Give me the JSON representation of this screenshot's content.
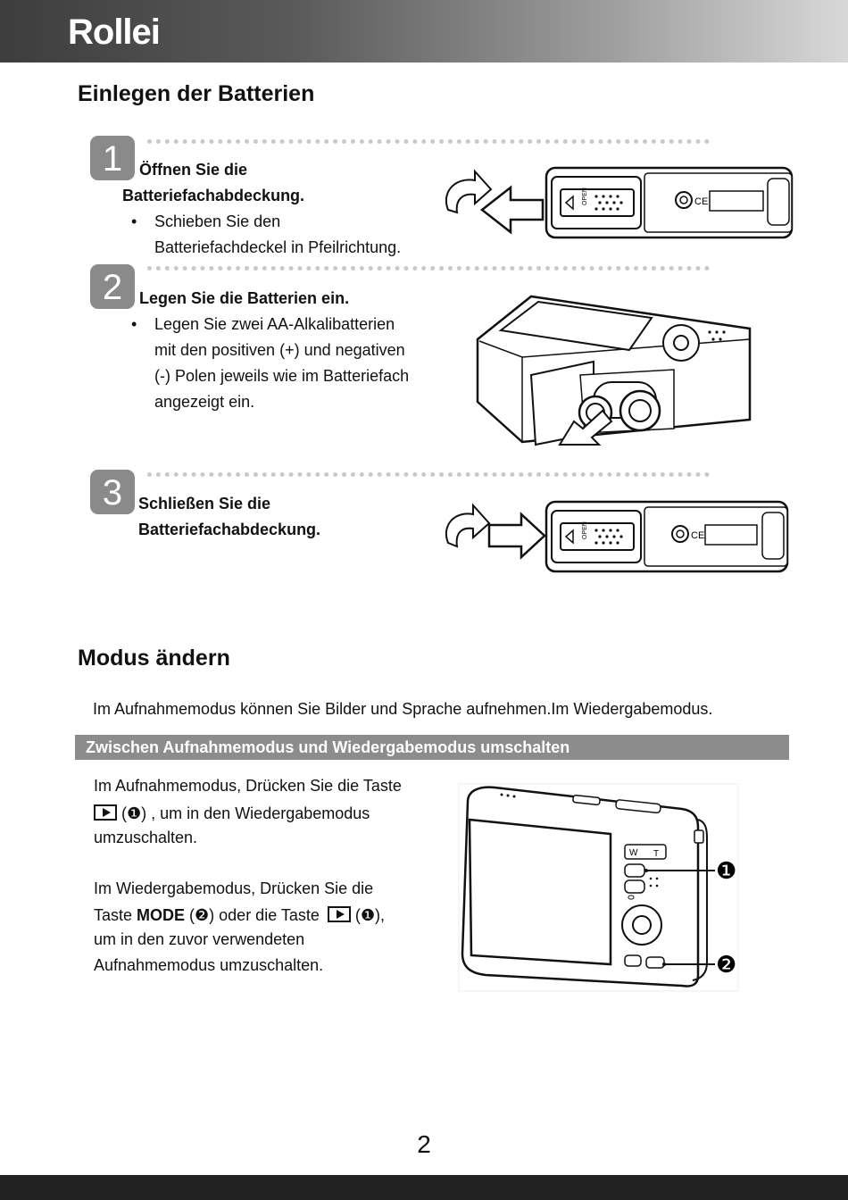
{
  "header": {
    "brand": "Rollei"
  },
  "section1": {
    "title": "Einlegen der Batterien",
    "steps": [
      {
        "number": "1",
        "title_line1": "Öffnen Sie die",
        "title_line2": "Batteriefachabdeckung.",
        "bullet_line1": "Schieben Sie den",
        "bullet_line2": "Batteriefachdeckel in Pfeilrichtung."
      },
      {
        "number": "2",
        "title_line1": "Legen Sie die Batterien ein.",
        "bullet_line1": "Legen Sie zwei AA-Alkalibatterien",
        "bullet_line2": "mit den positiven (+) und negativen",
        "bullet_line3": "(-) Polen jeweils wie im Batteriefach",
        "bullet_line4": "angezeigt ein."
      },
      {
        "number": "3",
        "title_line1": "Schließen Sie die",
        "title_line2": "Batteriefachabdeckung."
      }
    ],
    "open_label": "OPEN",
    "ce_label": "CE"
  },
  "section2": {
    "title": "Modus ändern",
    "intro": "Im Aufnahmemodus können Sie Bilder und Sprache aufnehmen.Im Wiedergabemodus.",
    "bar_title": "Zwischen Aufnahmemodus und Wiedergabemodus umschalten",
    "para1_line1": "Im Aufnahmemodus, Drücken Sie die Taste",
    "para1_line2": " (❶) , um in den Wiedergabemodus",
    "para1_line3": "umzuschalten.",
    "para2_line1": "Im Wiedergabemodus, Drücken Sie die",
    "para2_line2a": "Taste ",
    "para2_mode": "MODE",
    "para2_line2b": " (❷) oder die Taste ",
    "para2_line2c": " (❶),",
    "para2_line3": "um in den zuvor verwendeten",
    "para2_line4": "Aufnahmemodus umzuschalten.",
    "callout1": "❶",
    "callout2": "❷",
    "zoom_w": "W",
    "zoom_t": "T"
  },
  "page_number": "2"
}
